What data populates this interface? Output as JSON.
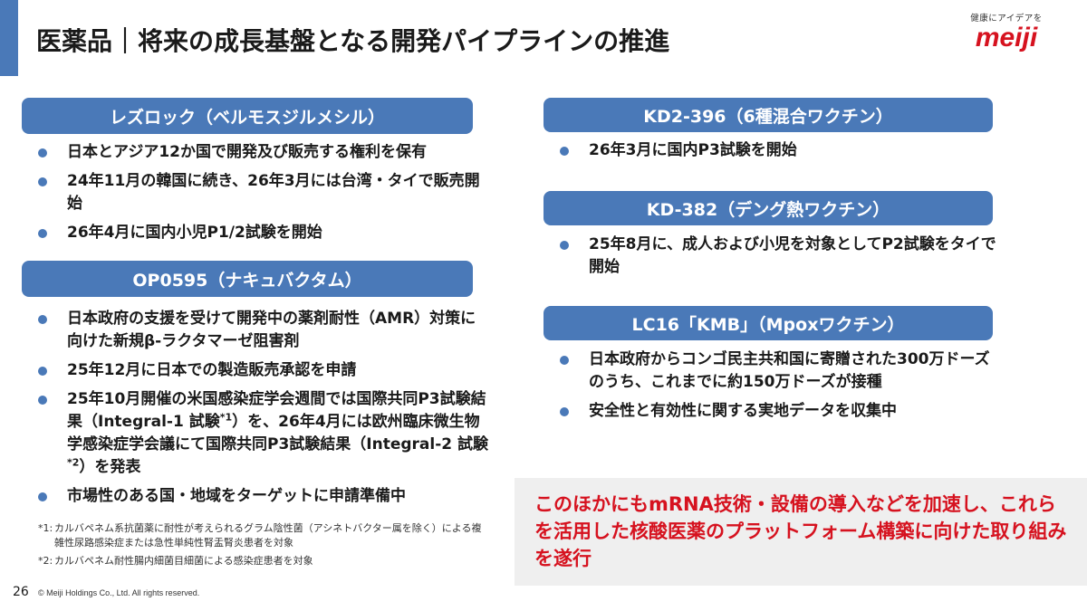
{
  "header": {
    "title": "医薬品｜将来の成長基盤となる開発パイプラインの推進",
    "logo_tagline": "健康にアイデアを",
    "logo_text": "meiji"
  },
  "left": {
    "rezuloc": {
      "title": "レズロック（ベルモスジルメシル）",
      "bullets": [
        "日本とアジア12か国で開発及び販売する権利を保有",
        "24年11月の韓国に続き、26年3月には台湾・タイで販売開始",
        "26年4月に国内小児P1/2試験を開始"
      ]
    },
    "op0595": {
      "title": "OP0595（ナキュバクタム）",
      "b1": "日本政府の支援を受けて開発中の薬剤耐性（AMR）対策に向けた新規β-ラクタマーゼ阻害剤",
      "b2": "25年12月に日本での製造販売承認を申請",
      "b3_part1": "25年10月開催の米国感染症学会週間では国際共同P3試験結果（Integral-1 試験",
      "b3_sup1": "*1",
      "b3_part2": "）を、26年4月には欧州臨床微生物学感染症学会議にて国際共同P3試験結果（Integral-2 試験",
      "b3_sup2": "*2",
      "b3_part3": "）を発表",
      "b4": "市場性のある国・地域をターゲットに申請準備中"
    },
    "footnotes": [
      {
        "mark": "*1:",
        "text": "カルバペネム系抗菌薬に耐性が考えられるグラム陰性菌（アシネトバクター属を除く）による複雑性尿路感染症または急性単純性腎盂腎炎患者を対象"
      },
      {
        "mark": "*2:",
        "text": "カルバペネム耐性腸内細菌目細菌による感染症患者を対象"
      }
    ]
  },
  "right": {
    "kd2396": {
      "title": "KD2-396（6種混合ワクチン）",
      "bullets": [
        "26年3月に国内P3試験を開始"
      ]
    },
    "kd382": {
      "title": "KD-382（デング熱ワクチン）",
      "bullets": [
        "25年8月に、成人および小児を対象としてP2試験をタイで開始"
      ]
    },
    "lc16": {
      "title": "LC16「KMB」（Mpoxワクチン）",
      "bullets": [
        "日本政府からコンゴ民主共和国に寄贈された300万ドーズのうち、これまでに約150万ドーズが接種",
        "安全性と有効性に関する実地データを収集中"
      ]
    }
  },
  "callout": {
    "text": "このほかにもmRNA技術・設備の導入などを加速し、これらを活用した核酸医薬のプラットフォーム構築に向けた取り組みを遂行"
  },
  "footer": {
    "page_number": "26",
    "copyright": "© Meiji Holdings Co., Ltd. All rights reserved."
  },
  "colors": {
    "accent_blue": "#4a79b8",
    "brand_red": "#d6121f",
    "callout_bg": "#efefef"
  }
}
